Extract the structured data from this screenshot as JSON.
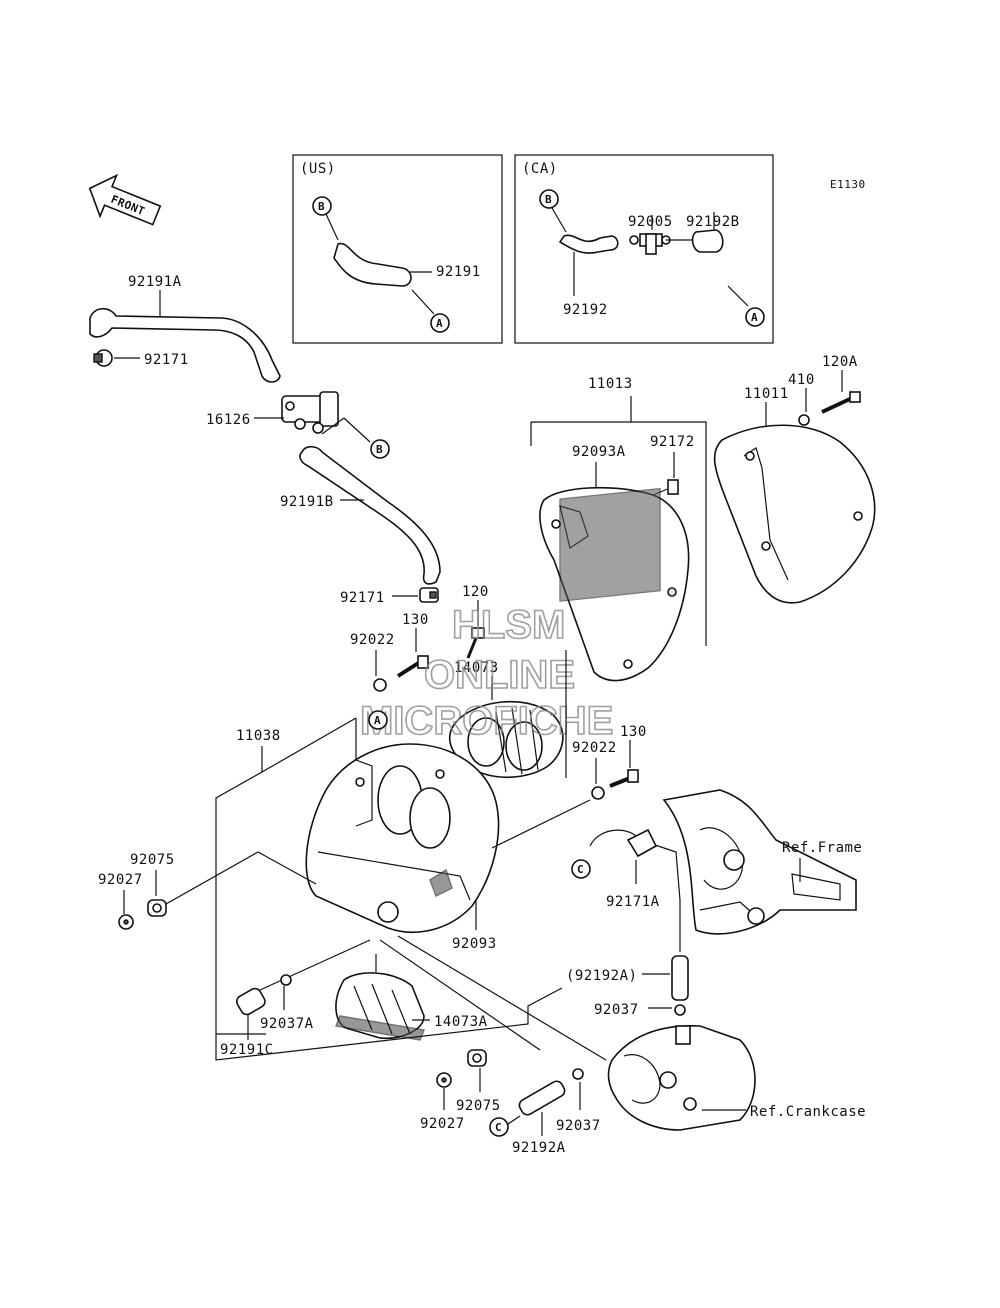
{
  "diagram_code": "E1130",
  "front_label": "FRONT",
  "watermark": {
    "line1": "HLSM",
    "line2": "ONLINE",
    "line3": "MICROFICHE"
  },
  "boxes": {
    "us": {
      "title": "(US)",
      "hose_label": "92191"
    },
    "ca": {
      "title": "(CA)",
      "hose_label": "92192",
      "tee_label": "92005",
      "hose2_label": "92192B"
    }
  },
  "callouts": {
    "a": "A",
    "b": "B",
    "c": "C"
  },
  "parts": {
    "p92191A": "92191A",
    "p92171_top": "92171",
    "p16126": "16126",
    "p92191B": "92191B",
    "p92171_mid": "92171",
    "p120_mid": "120",
    "p130_left": "130",
    "p92022_left": "92022",
    "p14073": "14073",
    "p11013": "11013",
    "p92093A": "92093A",
    "p92172": "92172",
    "p11011": "11011",
    "p410": "410",
    "p120A": "120A",
    "p11038": "11038",
    "p92022_right": "92022",
    "p130_right": "130",
    "p92075_left": "92075",
    "p92027_left": "92027",
    "p92093": "92093",
    "p92171A": "92171A",
    "p92192A_paren": "(92192A)",
    "p92037_right": "92037",
    "p92037A": "92037A",
    "p14073A": "14073A",
    "p92191C": "92191C",
    "p92075_bottom": "92075",
    "p92027_bottom": "92027",
    "p92192A_bottom": "92192A",
    "p92037_bottom": "92037"
  },
  "refs": {
    "frame": "Ref.Frame",
    "crankcase": "Ref.Crankcase"
  }
}
